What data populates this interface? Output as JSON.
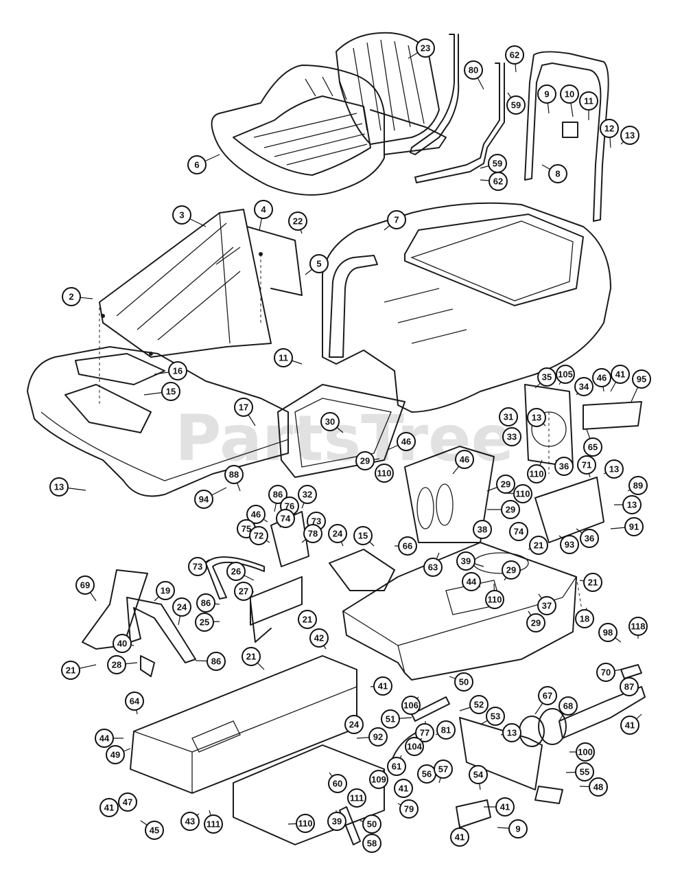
{
  "watermark": "PartsTree",
  "callouts": [
    "23",
    "62",
    "80",
    "59",
    "9",
    "10",
    "11",
    "12",
    "13",
    "6",
    "59",
    "62",
    "8",
    "3",
    "4",
    "22",
    "7",
    "5",
    "2",
    "11",
    "16",
    "15",
    "17",
    "30",
    "46",
    "29",
    "110",
    "13",
    "35",
    "105",
    "34",
    "46",
    "41",
    "95",
    "31",
    "33",
    "13",
    "65",
    "110",
    "36",
    "71",
    "13",
    "89",
    "13",
    "36",
    "91",
    "88",
    "94",
    "86",
    "76",
    "32",
    "46",
    "74",
    "73",
    "75",
    "72",
    "78",
    "46",
    "29",
    "110",
    "29",
    "38",
    "74",
    "21",
    "93",
    "73",
    "26",
    "27",
    "24",
    "15",
    "66",
    "63",
    "39",
    "29",
    "44",
    "110",
    "29",
    "37",
    "21",
    "18",
    "69",
    "19",
    "24",
    "86",
    "25",
    "21",
    "40",
    "86",
    "21",
    "28",
    "21",
    "42",
    "41",
    "50",
    "98",
    "118",
    "70",
    "87",
    "64",
    "24",
    "106",
    "51",
    "52",
    "53",
    "67",
    "68",
    "44",
    "49",
    "92",
    "77",
    "104",
    "81",
    "13",
    "41",
    "61",
    "109",
    "100",
    "60",
    "56",
    "57",
    "54",
    "55",
    "41",
    "48",
    "41",
    "47",
    "41",
    "111",
    "79",
    "43",
    "45",
    "111",
    "39",
    "50",
    "58",
    "110",
    "41",
    "9"
  ]
}
